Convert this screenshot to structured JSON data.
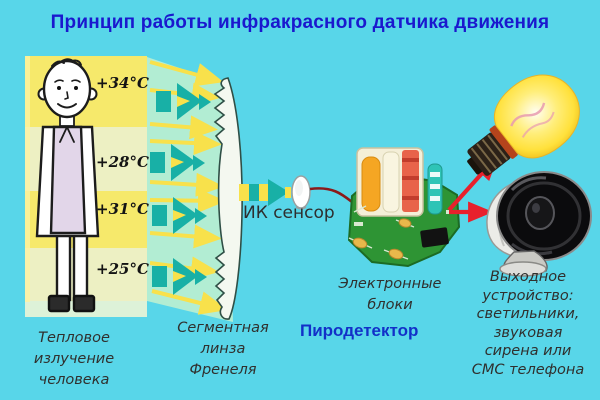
{
  "title": "Принцип работы инфракрасного датчика движения",
  "panel": {
    "temperatures": [
      "+34°C",
      "+28°C",
      "+31°C",
      "+25°C"
    ]
  },
  "labels": {
    "ik_sensor": "ИК сенсор",
    "electronic_blocks": "Электронные\nблоки",
    "pyrodetector": "Пиродетектор",
    "output_device": "Выходное\nустройство:\nсветильники,\nзвуковая\nсирена или\nСМС телефона",
    "thermal_radiation": "Тепловое\nизлучение\nчеловека",
    "fresnel_lens": "Сегментная\nлинза\nФренеля"
  },
  "colors": {
    "background": "#58d6e9",
    "title_blue": "#1a18ce",
    "band_yellow": "#f6e96b",
    "band_pale": "#edf0c3",
    "beam_region_mint": "#b2edd3",
    "ray_yellow": "#f8e14b",
    "ray_teal": "#18b0a6",
    "pcb_green": "#2e9434",
    "alert_red": "#e8202c",
    "bulb_yellow": "#ffe84a"
  }
}
